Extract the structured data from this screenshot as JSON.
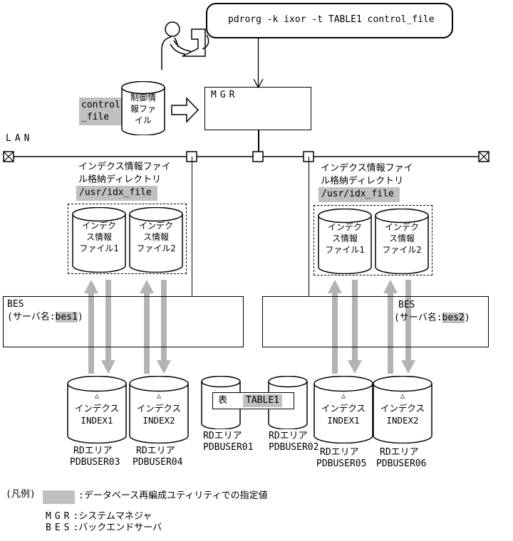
{
  "diagram": {
    "command": "pdrorg -k ixor -t TABLE1 control_file",
    "mgr_label": "MGR",
    "lan_label": "LAN",
    "control_file": {
      "highlight": "control\n_file",
      "cylinder": "制御情\n報ファ\nイル"
    },
    "left_server": {
      "dir_title": "インデクス情報ファイ\nル格納ディレクトリ",
      "dir_path": "/usr/idx_file",
      "file1": "インデク\nス情報\nファイル1",
      "file2": "インデク\nス情報\nファイル2",
      "bes_label": "BES",
      "server_prefix": "(サーバ名:",
      "server_name": "bes1",
      "server_suffix": ")",
      "index1": {
        "marker": "△",
        "kind": "インデクス",
        "name": "INDEX1",
        "area_kind": "RDエリア",
        "area_name": "PDBUSER03"
      },
      "index2": {
        "marker": "△",
        "kind": "インデクス",
        "name": "INDEX2",
        "area_kind": "RDエリア",
        "area_name": "PDBUSER04"
      }
    },
    "right_server": {
      "dir_title": "インデクス情報ファイ\nル格納ディレクトリ",
      "dir_path": "/usr/idx_file",
      "file1": "インデク\nス情報\nファイル1",
      "file2": "インデク\nス情報\nファイル2",
      "bes_label": "BES",
      "server_prefix": "(サーバ名:",
      "server_name": "bes2",
      "server_suffix": ")",
      "index1": {
        "marker": "△",
        "kind": "インデクス",
        "name": "INDEX1",
        "area_kind": "RDエリア",
        "area_name": "PDBUSER05"
      },
      "index2": {
        "marker": "△",
        "kind": "インデクス",
        "name": "INDEX2",
        "area_kind": "RDエリア",
        "area_name": "PDBUSER06"
      }
    },
    "table": {
      "label": "表",
      "name": "TABLE1",
      "area1": {
        "kind": "RDエリア",
        "name": "PDBUSER01"
      },
      "area2": {
        "kind": "RDエリア",
        "name": "PDBUSER02"
      }
    },
    "legend": {
      "title": "(凡例)",
      "swatch_desc": ":データベース再編成ユティリティでの指定値",
      "mgr_abbr": "MGR",
      "mgr_desc": ":システムマネジャ",
      "bes_abbr": "BES",
      "bes_desc": ":バックエンドサーバ"
    },
    "colors": {
      "highlight": "#c0c0c0",
      "arrow": "#b3b3b3"
    }
  }
}
